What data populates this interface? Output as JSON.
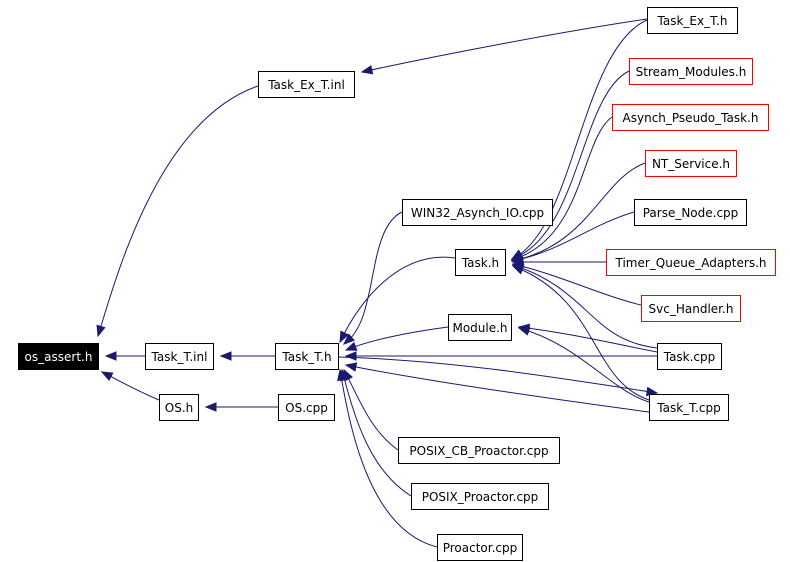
{
  "colors": {
    "background": "#ffffff",
    "edge": "#1a1a6e",
    "node_border": "#000000",
    "node_border_incomplete": "#ff0000",
    "root_fill": "#000000",
    "root_text": "#ffffff",
    "node_text": "#000000"
  },
  "nodes": [
    {
      "id": "os_assert_h",
      "label": "os_assert.h",
      "style": "root"
    },
    {
      "id": "task_ex_t_inl",
      "label": "Task_Ex_T.inl",
      "style": "normal"
    },
    {
      "id": "task_t_inl",
      "label": "Task_T.inl",
      "style": "normal"
    },
    {
      "id": "os_h",
      "label": "OS.h",
      "style": "normal"
    },
    {
      "id": "task_t_h",
      "label": "Task_T.h",
      "style": "normal"
    },
    {
      "id": "os_cpp",
      "label": "OS.cpp",
      "style": "normal"
    },
    {
      "id": "win32_asynch_io_cpp",
      "label": "WIN32_Asynch_IO.cpp",
      "style": "normal"
    },
    {
      "id": "task_h",
      "label": "Task.h",
      "style": "normal"
    },
    {
      "id": "module_h",
      "label": "Module.h",
      "style": "normal"
    },
    {
      "id": "posix_cb_proactor_cpp",
      "label": "POSIX_CB_Proactor.cpp",
      "style": "normal"
    },
    {
      "id": "posix_proactor_cpp",
      "label": "POSIX_Proactor.cpp",
      "style": "normal"
    },
    {
      "id": "proactor_cpp",
      "label": "Proactor.cpp",
      "style": "normal"
    },
    {
      "id": "task_ex_t_h",
      "label": "Task_Ex_T.h",
      "style": "normal"
    },
    {
      "id": "stream_modules_h",
      "label": "Stream_Modules.h",
      "style": "incomplete"
    },
    {
      "id": "asynch_pseudo_task_h",
      "label": "Asynch_Pseudo_Task.h",
      "style": "incomplete"
    },
    {
      "id": "nt_service_h",
      "label": "NT_Service.h",
      "style": "incomplete"
    },
    {
      "id": "parse_node_cpp",
      "label": "Parse_Node.cpp",
      "style": "normal"
    },
    {
      "id": "timer_queue_adapters_h",
      "label": "Timer_Queue_Adapters.h",
      "style": "incomplete"
    },
    {
      "id": "svc_handler_h",
      "label": "Svc_Handler.h",
      "style": "incomplete"
    },
    {
      "id": "task_cpp",
      "label": "Task.cpp",
      "style": "normal"
    },
    {
      "id": "task_t_cpp",
      "label": "Task_T.cpp",
      "style": "normal"
    }
  ],
  "edges": [
    {
      "from": "task_ex_t_inl",
      "to": "os_assert_h"
    },
    {
      "from": "task_t_inl",
      "to": "os_assert_h"
    },
    {
      "from": "os_h",
      "to": "os_assert_h"
    },
    {
      "from": "task_ex_t_h",
      "to": "task_ex_t_inl"
    },
    {
      "from": "task_t_h",
      "to": "task_t_inl"
    },
    {
      "from": "os_cpp",
      "to": "os_h"
    },
    {
      "from": "win32_asynch_io_cpp",
      "to": "task_t_h"
    },
    {
      "from": "task_h",
      "to": "task_t_h"
    },
    {
      "from": "module_h",
      "to": "task_t_h"
    },
    {
      "from": "task_cpp",
      "to": "task_t_h"
    },
    {
      "from": "task_t_cpp",
      "to": "task_t_h"
    },
    {
      "from": "posix_cb_proactor_cpp",
      "to": "task_t_h"
    },
    {
      "from": "posix_proactor_cpp",
      "to": "task_t_h"
    },
    {
      "from": "proactor_cpp",
      "to": "task_t_h"
    },
    {
      "from": "task_ex_t_h",
      "to": "task_h"
    },
    {
      "from": "stream_modules_h",
      "to": "task_h"
    },
    {
      "from": "asynch_pseudo_task_h",
      "to": "task_h"
    },
    {
      "from": "nt_service_h",
      "to": "task_h"
    },
    {
      "from": "parse_node_cpp",
      "to": "task_h"
    },
    {
      "from": "timer_queue_adapters_h",
      "to": "task_h"
    },
    {
      "from": "svc_handler_h",
      "to": "task_h"
    },
    {
      "from": "task_cpp",
      "to": "task_h"
    },
    {
      "from": "task_t_cpp",
      "to": "task_h"
    },
    {
      "from": "task_cpp",
      "to": "module_h"
    },
    {
      "from": "task_t_cpp",
      "to": "module_h"
    },
    {
      "from": "task_t_h",
      "to": "task_t_cpp"
    }
  ]
}
